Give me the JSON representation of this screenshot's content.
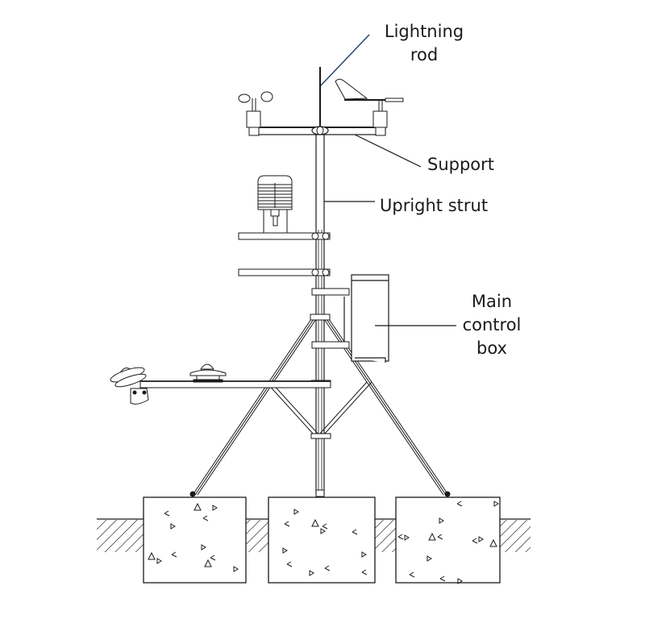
{
  "diagram": {
    "title": "Weather station structure",
    "labels": {
      "lightning_rod": "Lightning\nrod",
      "support": "Support",
      "upright_strut": "Upright strut",
      "main_control_box": "Main\ncontrol\nbox"
    },
    "components": [
      "anemometer",
      "wind-vane",
      "lightning-rod",
      "support-crossarm",
      "temperature-humidity-shield",
      "sensor-arm-upper",
      "sensor-arm-lower",
      "main-control-box",
      "tripod-legs",
      "radiation-sensor-arm",
      "pyranometer",
      "rain-sensor",
      "concrete-foundation-left",
      "concrete-foundation-center",
      "concrete-foundation-right",
      "ground-hatching"
    ],
    "colors": {
      "line": "#1a1a1a",
      "leader_lightning": "#1f3f6b",
      "background": "#ffffff"
    }
  }
}
